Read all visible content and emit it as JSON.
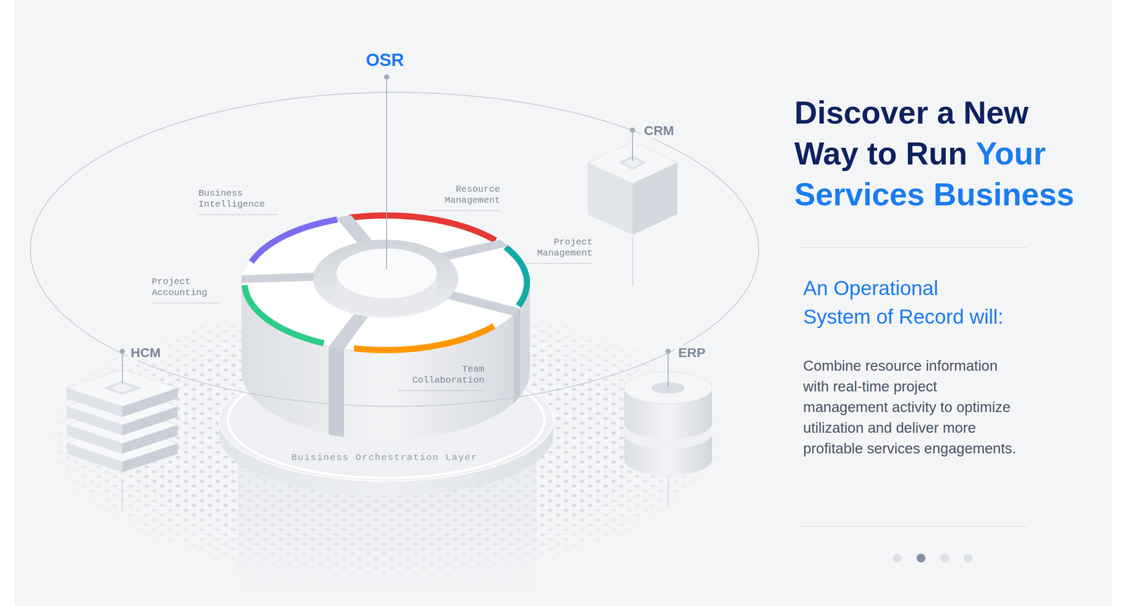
{
  "diagram": {
    "nodes": [
      {
        "text": [
          "OSR"
        ]
      },
      {
        "text": [
          "CRM"
        ]
      },
      {
        "text": [
          "HCM"
        ]
      },
      {
        "text": [
          "ERP"
        ]
      }
    ],
    "labels": [
      "Business Intelligence",
      "Resource Management",
      "Project Management",
      "Project Accounting",
      "Team Collaboration",
      "Buisiness Orchestration Layer",
      "Discover a New Way to Run",
      "Your Services Business",
      "An Operational System of Record will:",
      "Combine resource information with real-time project management activity to optimize utilization and deliver more profitable services engagements."
    ]
  }
}
